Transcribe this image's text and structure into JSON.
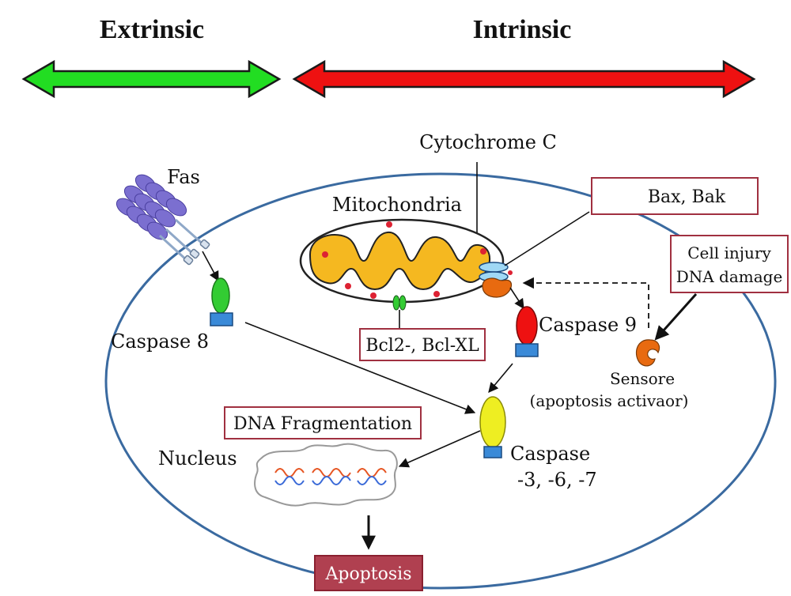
{
  "headers": {
    "extrinsic": "Extrinsic",
    "intrinsic": "Intrinsic"
  },
  "labels": {
    "fas": "Fas",
    "caspase8": "Caspase 8",
    "cytochrome_c": "Cytochrome C",
    "mitochondria": "Mitochondria",
    "bax_bak": "Bax, Bak",
    "cell_injury_line1": "Cell injury",
    "cell_injury_line2": "DNA damage",
    "caspase9": "Caspase 9",
    "bcl2": "Bcl2-, Bcl-XL",
    "sensore_line1": "Sensore",
    "sensore_line2": "(apoptosis activaor)",
    "dna_fragmentation": "DNA Fragmentation",
    "nucleus": "Nucleus",
    "caspase_exec_line1": "Caspase",
    "caspase_exec_line2": "-3, -6, -7",
    "apoptosis": "Apoptosis"
  },
  "colors": {
    "extrinsic_arrow": "#22dd22",
    "intrinsic_arrow": "#ee1111",
    "cell_outline": "#3a6aa0",
    "box_border": "#a03040",
    "apoptosis_fill": "#b04050",
    "mito_fill": "#f5b820",
    "fas_receptor": "#7b6fd0",
    "caspase8": "#33cc33",
    "caspase9": "#ee1111",
    "caspase_exec": "#eeee22",
    "sensor": "#e86a10",
    "square": "#3a8ad8"
  }
}
